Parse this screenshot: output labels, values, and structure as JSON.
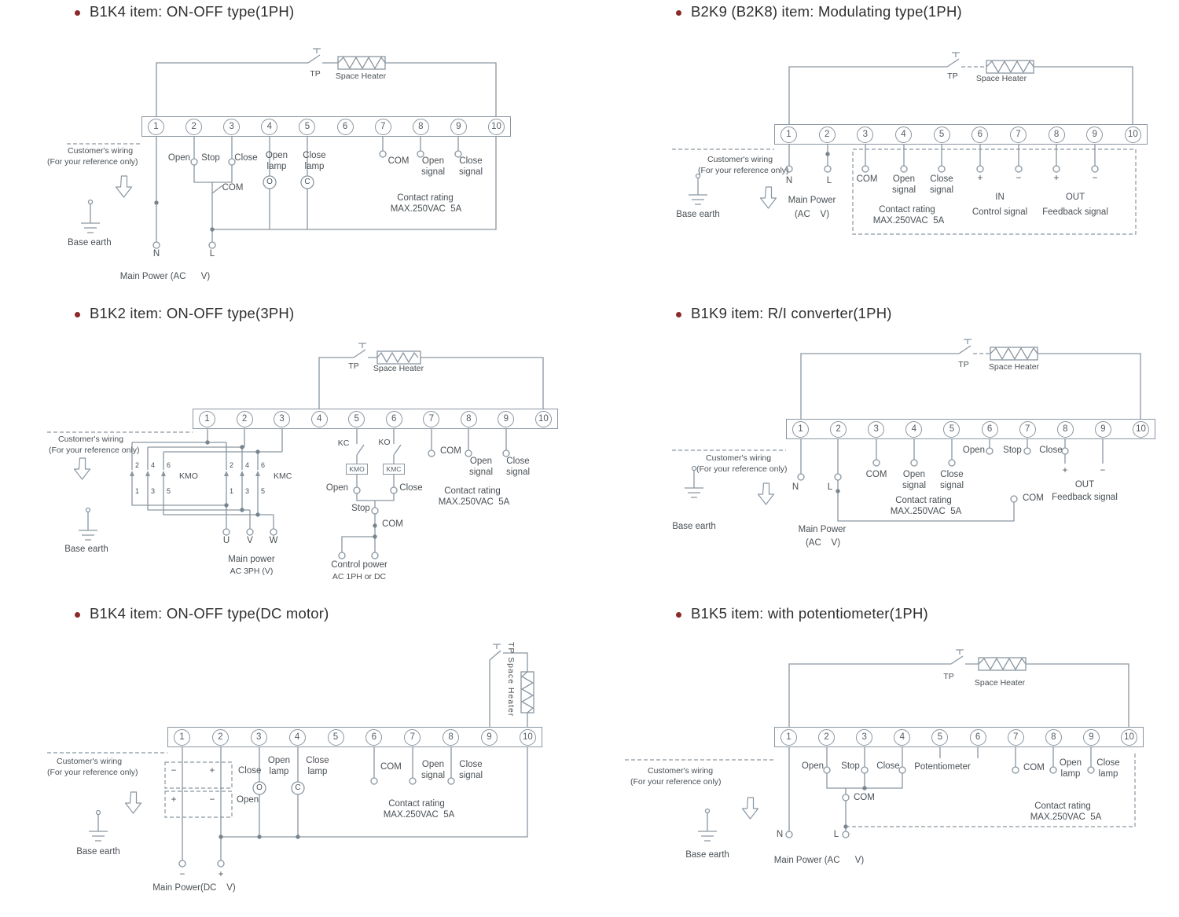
{
  "colors": {
    "accent": "#8b2a2a",
    "line": "#8a96a1",
    "text": "#4a5055"
  },
  "shared": {
    "terminals": [
      "1",
      "2",
      "3",
      "4",
      "5",
      "6",
      "7",
      "8",
      "9",
      "10"
    ],
    "customers_wiring": "Customer's wiring",
    "reference_only": "(For your reference only)",
    "base_earth": "Base earth",
    "tp": "TP",
    "space_heater": "Space Heater",
    "contact_rating": "Contact rating",
    "contact_rating_max": "MAX.250VAC  5A",
    "com": "COM",
    "open": "Open",
    "stop": "Stop",
    "close": "Close",
    "open_signal": "Open signal",
    "close_signal": "Close signal",
    "open_lamp": "Open lamp",
    "close_lamp": "Close lamp",
    "n": "N",
    "l": "L",
    "plus": "+",
    "minus": "−",
    "in_label": "IN",
    "out_label": "OUT",
    "control_signal": "Control signal",
    "feedback_signal": "Feedback signal",
    "o": "O",
    "c": "C"
  },
  "p1": {
    "title": "B1K4 item: ON-OFF type(1PH)",
    "main_power": "Main Power (AC      V)"
  },
  "p2": {
    "title": "B2K9 (B2K8) item: Modulating type(1PH)",
    "main_power_1": "Main Power",
    "main_power_2": "(AC    V)"
  },
  "p3": {
    "title": "B1K2 item: ON-OFF type(3PH)",
    "kc": "KC",
    "ko": "KO",
    "kmo": "KMO",
    "kmc": "KMC",
    "u": "U",
    "v": "V",
    "w": "W",
    "contactor_top": [
      "2",
      "4",
      "6"
    ],
    "contactor_bottom": [
      "1",
      "3",
      "5"
    ],
    "main_power_1": "Main power",
    "main_power_2": "AC 3PH (V)",
    "control_power_1": "Control power",
    "control_power_2": "AC 1PH or DC"
  },
  "p4": {
    "title": "B1K9 item: R/I converter(1PH)",
    "main_power_1": "Main Power",
    "main_power_2": "(AC    V)"
  },
  "p5": {
    "title": "B1K4 item: ON-OFF type(DC motor)",
    "tp_space_heater": "TP Space Heater",
    "main_power": "Main Power(DC    V)"
  },
  "p6": {
    "title": "B1K5 item: with potentiometer(1PH)",
    "potentiometer": "Potentiometer",
    "main_power": "Main Power (AC      V)"
  }
}
